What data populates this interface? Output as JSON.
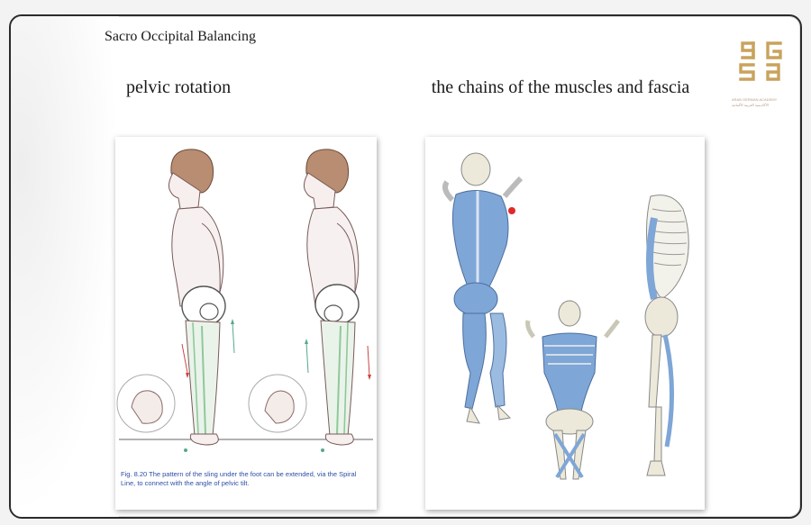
{
  "slide": {
    "header_title": "Sacro Occipital Balancing",
    "left_title": "pelvic rotation",
    "right_title": "the chains of the muscles and fascia",
    "figure_caption": "Fig. 8.20 The pattern of the sling under the foot can be extended, via the Spiral Line, to connect with the angle of pelvic tilt."
  },
  "logo": {
    "letters": "aGSa",
    "subtext": "ARAB GERMAN ACADEMY",
    "arabic_subtext": "الأكاديمية العربية الألمانية",
    "color": "#c9a25c"
  },
  "colors": {
    "muscle_blue": "#7ea6d6",
    "bone": "#e8e6d6",
    "skin": "#f1ecea",
    "green_line": "#8fc89a",
    "red_dot": "#e02a2a"
  },
  "icons": [
    "pelvic-rotation-illustration",
    "muscle-fascia-chains-illustration",
    "academy-logo-icon"
  ]
}
